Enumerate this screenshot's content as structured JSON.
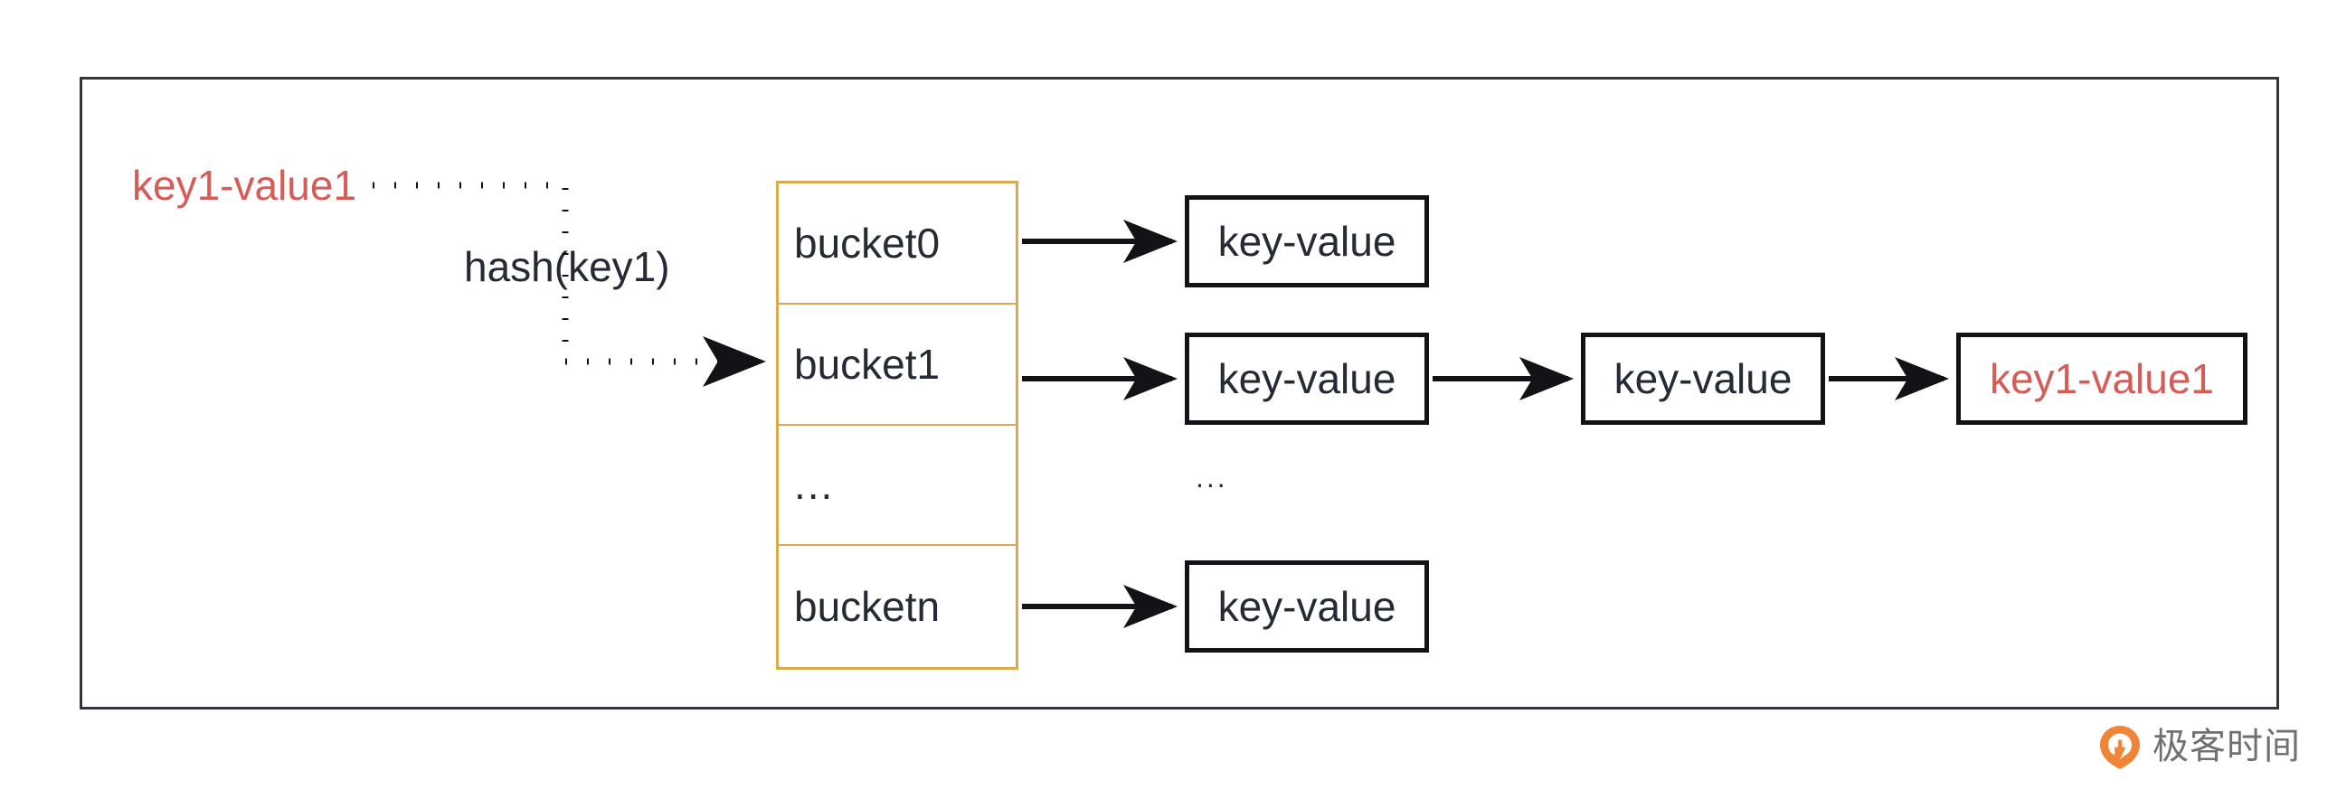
{
  "diagram": {
    "title": "HashMap bucket chaining diagram",
    "source_label": "key1-value1",
    "hash_label": "hash(key1)",
    "mid_ellipsis": "...",
    "colors": {
      "accent_red": "#d45d58",
      "bucket_border": "#d8ab4e",
      "box_border": "#111317",
      "text": "#252b35",
      "frame": "#33353c",
      "watermark_orange": "#f08437"
    },
    "buckets": [
      {
        "label": "bucket0"
      },
      {
        "label": "bucket1"
      },
      {
        "label": "..."
      },
      {
        "label": "bucketn"
      }
    ],
    "chains": [
      {
        "bucket": "bucket0",
        "nodes": [
          {
            "label": "key-value",
            "highlighted": false
          }
        ]
      },
      {
        "bucket": "bucket1",
        "nodes": [
          {
            "label": "key-value",
            "highlighted": false
          },
          {
            "label": "key-value",
            "highlighted": false
          },
          {
            "label": "key1-value1",
            "highlighted": true
          }
        ]
      },
      {
        "bucket": "bucketn",
        "nodes": [
          {
            "label": "key-value",
            "highlighted": false
          }
        ]
      }
    ]
  },
  "watermark": {
    "text": "极客时间",
    "logo_icon": "geektime-logo-icon"
  }
}
